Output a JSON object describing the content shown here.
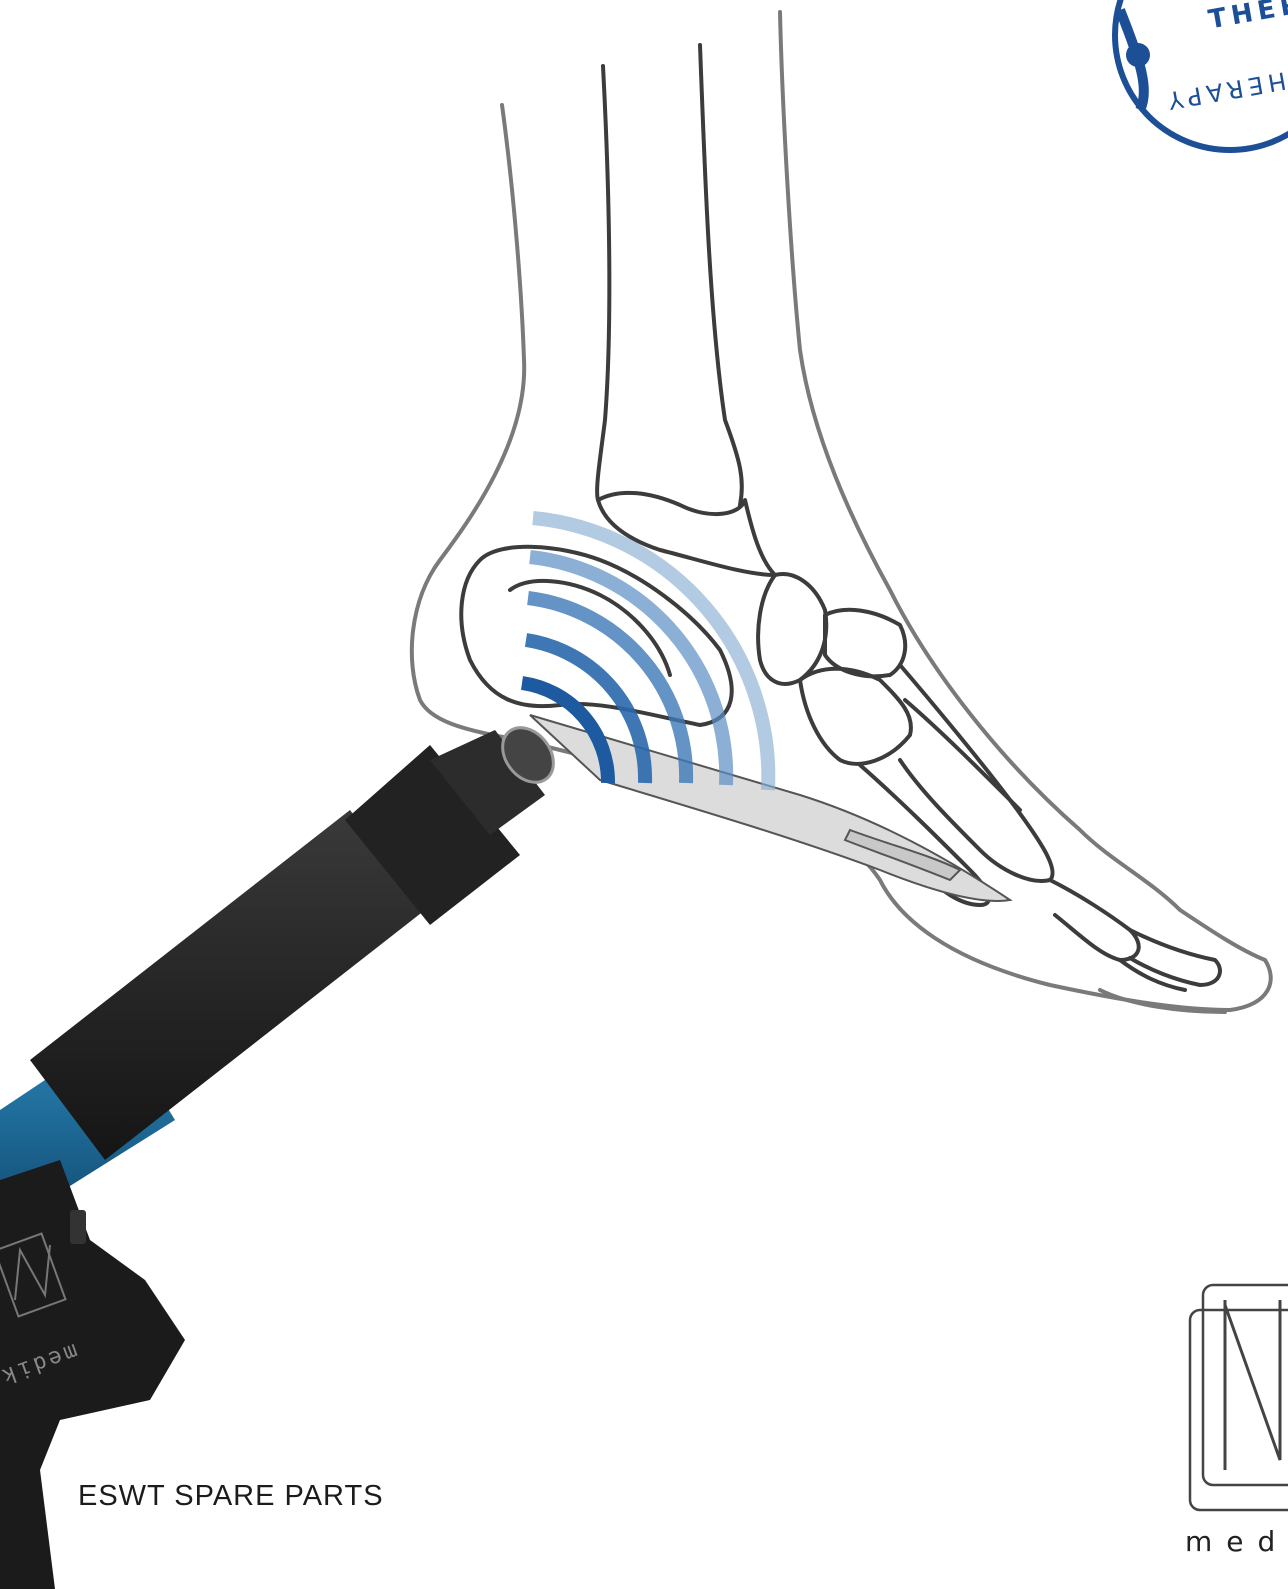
{
  "caption": "ESWT SPARE PARTS",
  "brand": {
    "wordmark": "medi",
    "device_text": "medikal"
  },
  "badge": {
    "text_top": "THER",
    "text_bottom": "HERAPY"
  },
  "colors": {
    "accent_blue": "#1d5aa0",
    "device_blue": "#1c6a96",
    "device_dark": "#2b2b2b",
    "outline": "#444444"
  }
}
